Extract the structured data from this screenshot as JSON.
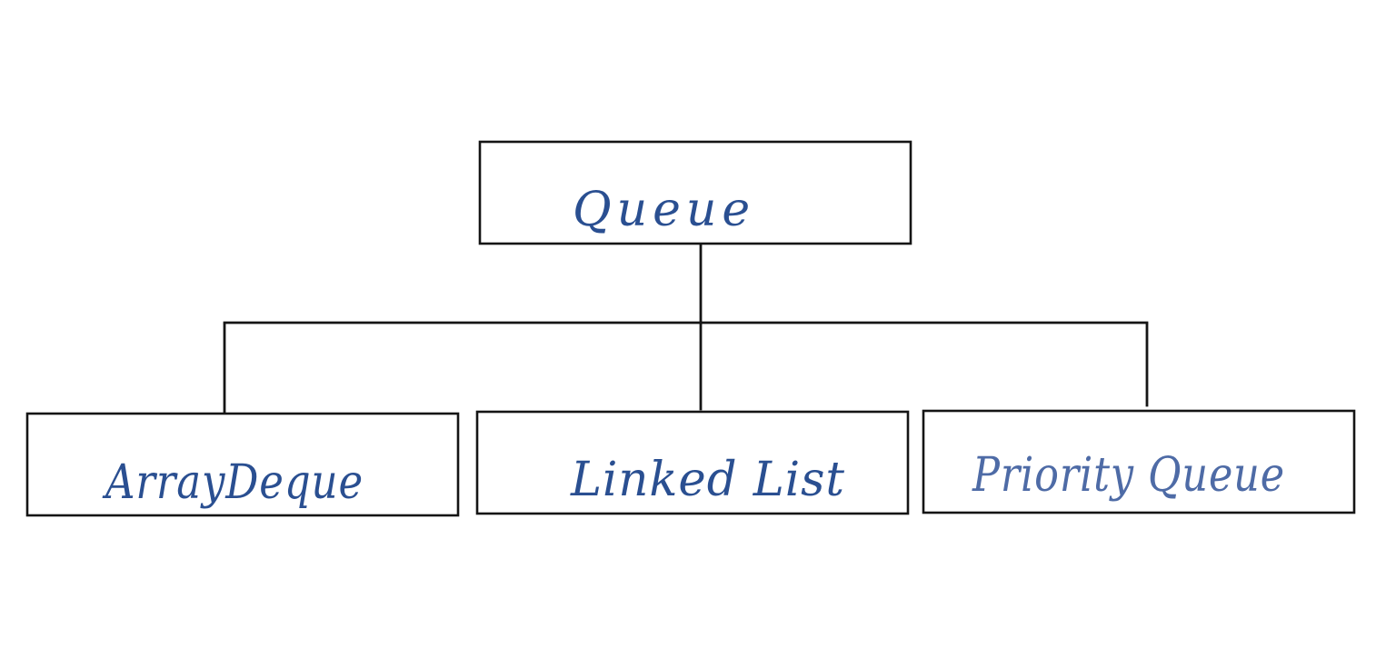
{
  "diagram": {
    "root": {
      "label": "Queue"
    },
    "children": [
      {
        "label": "ArrayDeque"
      },
      {
        "label": "Linked List"
      },
      {
        "label": "Priority Queue"
      }
    ],
    "colors": {
      "ink": "#2a4f91",
      "ink_light": "#4e6ba6",
      "line": "#151515",
      "background": "#ffffff"
    }
  }
}
